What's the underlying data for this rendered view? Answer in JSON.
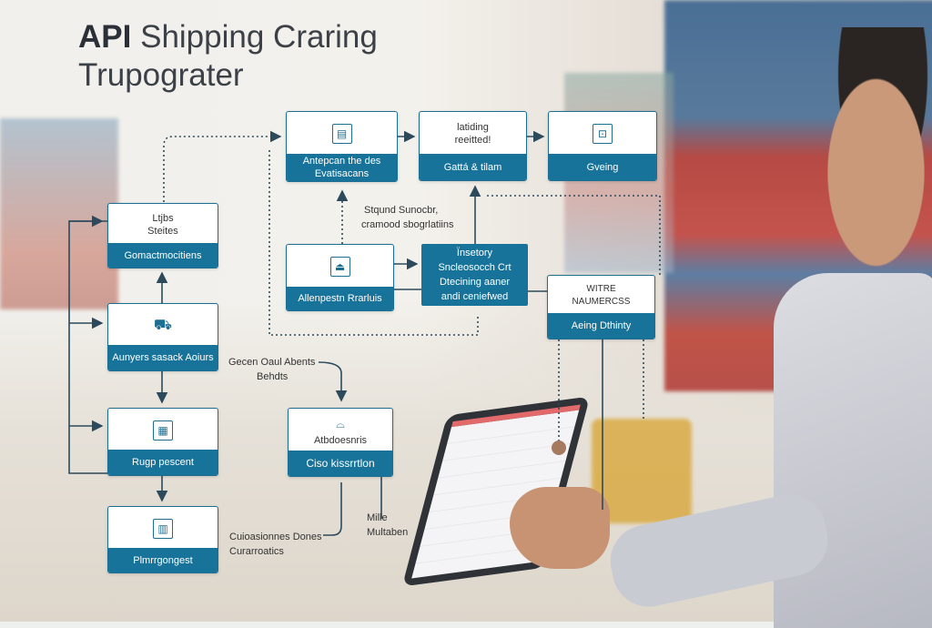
{
  "title": {
    "line1_bold": "API",
    "line1_rest": "Shipping Craring",
    "line2": "Trupograter"
  },
  "boxes": {
    "b1": {
      "bottom": [
        "Antepcan the des",
        "Evatisacans"
      ],
      "icon": "document-icon"
    },
    "b2": {
      "top": [
        "latiding",
        "reeitted!"
      ],
      "bottom": "Gattá & tilam"
    },
    "b3": {
      "bottom": "Gveing",
      "icon": "book-icon"
    },
    "b4": {
      "top": [
        "Ltjbs",
        "Steites"
      ],
      "bottom": "Gomactmocitiens"
    },
    "b5": {
      "bottom": "Aunyers sasack Aoiurs",
      "icon": "forklift-icon"
    },
    "b6": {
      "bottom": "Rugp pescent",
      "icon": "map-icon"
    },
    "b7": {
      "bottom": "Plmrrgongest",
      "icon": "calculator-icon"
    },
    "b8": {
      "bottom": "Allenpestn Rrarluis",
      "icon": "ship-icon"
    },
    "b9": {
      "lines": [
        "Ïnsetory",
        "Sncleosocch Crt",
        "Dtecining aaner",
        "andi ceniefwed"
      ]
    },
    "b10": {
      "top": [
        "WITRE",
        "NAUMERCSS"
      ],
      "bottom": "Aeing Dthinty"
    },
    "b11": {
      "top": "Atbdoesnris",
      "bottom": "Ciso kissrrtlon",
      "icon": "package-icon"
    }
  },
  "labels": {
    "l1": [
      "Stqund Sunocbr,",
      "cramood sbogrlatiins"
    ],
    "l2": [
      "Gecen Oaul Abents",
      "Behdts"
    ],
    "l3": [
      "Cuioasionnes Dones",
      "Curarroatics"
    ],
    "l4": [
      "Mille",
      "Multaben"
    ]
  },
  "colors": {
    "accent": "#18739a"
  }
}
